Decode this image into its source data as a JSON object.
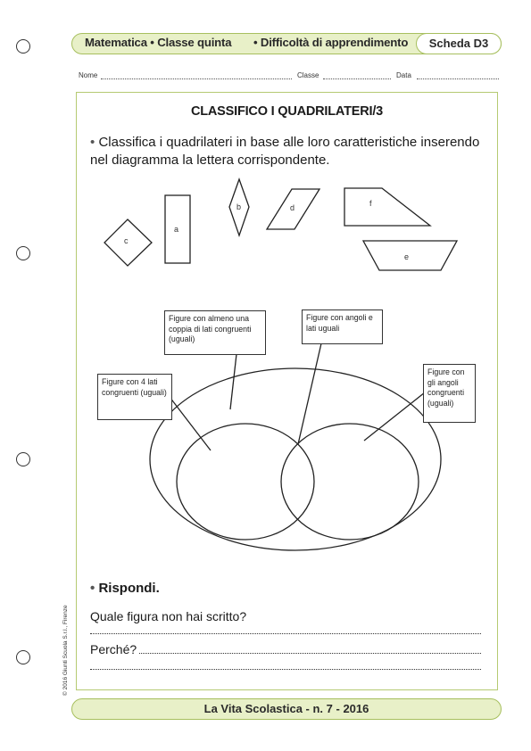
{
  "header": {
    "subject": "Matematica",
    "class": "Classe quinta",
    "topic": "Difficoltà di apprendimento",
    "sheet": "Scheda D3"
  },
  "fields": {
    "name_label": "Nome",
    "class_label": "Classe",
    "date_label": "Data"
  },
  "title": "CLASSIFICO I QUADRILATERI/3",
  "instruction": {
    "bullet": "•",
    "text": "Classifica i quadrilateri in base alle loro caratteristiche inserendo nel diagramma la lettera corrispondente."
  },
  "shapes": {
    "a": "a",
    "b": "b",
    "c": "c",
    "d": "d",
    "e": "e",
    "f": "f"
  },
  "callouts": {
    "pair": "Figure con almeno una coppia di lati congruenti (uguali)",
    "angles_sides": "Figure con angoli e lati uguali",
    "four_sides": "Figure con 4 lati congruenti (uguali)",
    "angles": "Figure con gli angoli congruenti (uguali)"
  },
  "answers": {
    "rispondi": "Rispondi.",
    "question": "Quale figura non hai scritto?",
    "perche": "Perché?"
  },
  "copyright": "© 2016 Giunti Scuola S.r.l., Firenze",
  "footer": "La Vita Scolastica - n. 7 - 2016"
}
